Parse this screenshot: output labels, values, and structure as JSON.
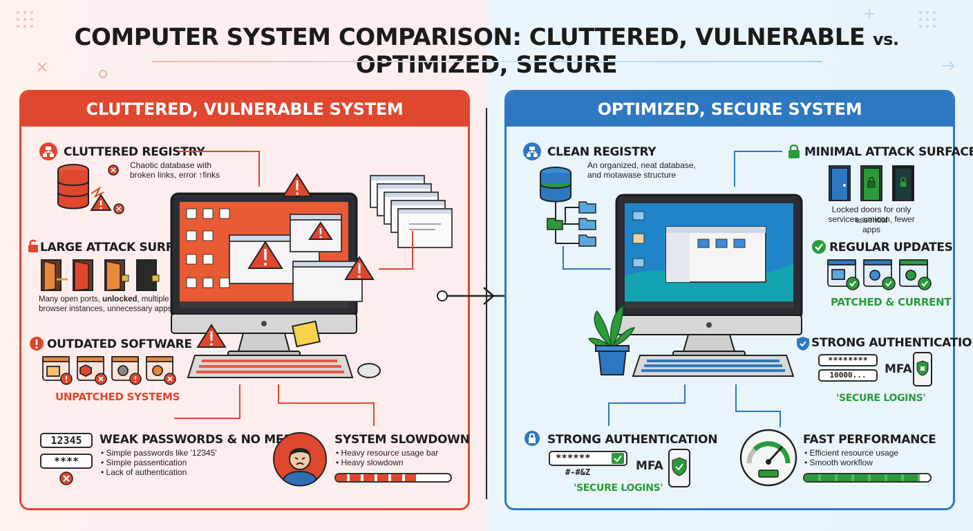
{
  "title": {
    "main_a": "COMPUTER SYSTEM COMPARISON: CLUTTERED, VULNERABLE",
    "vs": "vs.",
    "main_b": "OPTIMIZED, SECURE"
  },
  "left": {
    "header": "CLUTTERED, VULNERABLE SYSTEM",
    "registry": {
      "heading": "CLUTTERED REGISTRY",
      "desc_1": "Chaotic database with",
      "desc_2": "broken links, error ↑finks"
    },
    "attack": {
      "heading": "LARGE ATTACK SURFACE",
      "desc_1a": "Many open ports, ",
      "desc_1b": "unlocked",
      "desc_1c": ", multiple",
      "desc_2": "browser instances, unnecessary apps"
    },
    "outdated": {
      "heading": "OUTDATED SOFTWARE",
      "tag": "UNPATCHED SYSTEMS"
    },
    "passwords": {
      "heading": "WEAK PASSWORDS & NO MFA",
      "pw_1": "12345",
      "pw_2": "****",
      "bullet_1": "• Simple passwords like '12345'",
      "bullet_2": "• Simple passentication",
      "bullet_3": "• Lack of authentication"
    },
    "slowdown": {
      "heading": "SYSTEM SLOWDOWN",
      "bullet_1": "• Heavy resource usage bar",
      "bullet_2": "• Heavy slowdown",
      "usage_level": 0.72
    }
  },
  "right": {
    "header": "OPTIMIZED, SECURE SYSTEM",
    "registry": {
      "heading": "CLEAN REGISTRY",
      "desc_1": "An organized, neat database,",
      "desc_2": "and motawase structure"
    },
    "attack": {
      "heading": "MINIMAL ATTACK SURFACE",
      "desc_1": "Locked doors for only essential",
      "desc_2": "services, umicon, fewer apps"
    },
    "updates": {
      "heading": "REGULAR UPDATES",
      "tag": "PATCHED & CURRENT"
    },
    "auth_top": {
      "heading": "STRONG AUTHENTICATION",
      "pw_1": "********",
      "pw_2": "10000...",
      "mfa": "MFA",
      "tag": "'SECURE LOGINS'"
    },
    "auth_bottom": {
      "heading": "STRONG AUTHENTICATION",
      "pw_1": "******",
      "pw_2": "#-#&Z",
      "mfa": "MFA",
      "tag": "'SECURE LOGINS'"
    },
    "performance": {
      "heading": "FAST PERFORMANCE",
      "bullet_1": "• Efficient resource usage",
      "bullet_2": "• Smooth workflow",
      "usage_level": 0.92
    }
  },
  "colors": {
    "red": "#e0472f",
    "blue": "#2e78c2",
    "green": "#2a9b3a",
    "dark": "#1c1c1c"
  }
}
